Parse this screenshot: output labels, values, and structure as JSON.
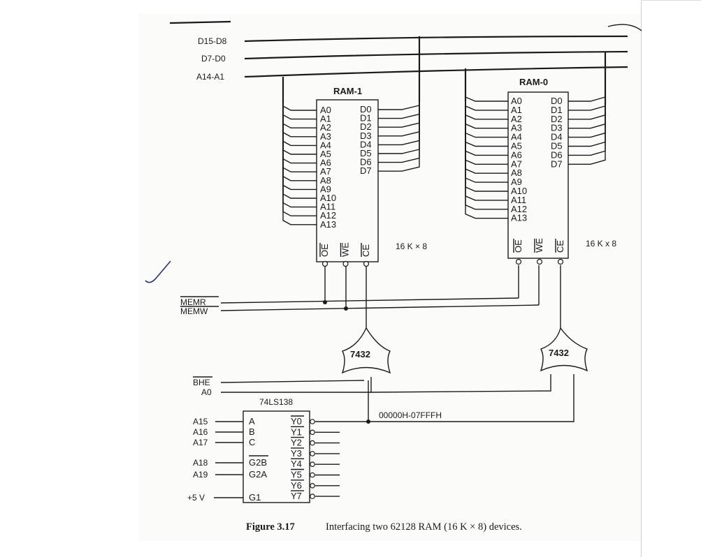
{
  "buses": {
    "data_high": "D15-D8",
    "data_low": "D7-D0",
    "address": "A14-A1"
  },
  "ram1": {
    "title": "RAM-1",
    "addr_pins": [
      "A0",
      "A1",
      "A2",
      "A3",
      "A4",
      "A5",
      "A6",
      "A7",
      "A8",
      "A9",
      "A10",
      "A11",
      "A12",
      "A13"
    ],
    "data_pins": [
      "D0",
      "D1",
      "D2",
      "D3",
      "D4",
      "D5",
      "D6",
      "D7"
    ],
    "ctrl_pins": [
      "OE",
      "WE",
      "CE"
    ],
    "size": "16 K × 8"
  },
  "ram0": {
    "title": "RAM-0",
    "addr_pins": [
      "A0",
      "A1",
      "A2",
      "A3",
      "A4",
      "A5",
      "A6",
      "A7",
      "A8",
      "A9",
      "A10",
      "A11",
      "A12",
      "A13"
    ],
    "data_pins": [
      "D0",
      "D1",
      "D2",
      "D3",
      "D4",
      "D5",
      "D6",
      "D7"
    ],
    "ctrl_pins": [
      "OE",
      "WE",
      "CE"
    ],
    "size": "16 K x 8"
  },
  "control": {
    "memr": "MEMR",
    "memw": "MEMW",
    "bhe": "BHE",
    "a0": "A0"
  },
  "gates": {
    "left": "7432",
    "right": "7432"
  },
  "decoder": {
    "title": "74LS138",
    "input_pins": [
      "A",
      "B",
      "C",
      "G2B",
      "G2A",
      "G1"
    ],
    "input_signals": [
      "A15",
      "A16",
      "A17",
      "A18",
      "A19",
      "+5 V"
    ],
    "outputs": [
      "Y0",
      "Y1",
      "Y2",
      "Y3",
      "Y4",
      "Y5",
      "Y6",
      "Y7"
    ],
    "range": "00000H-07FFFH"
  },
  "caption": {
    "label": "Figure 3.17",
    "text": "Interfacing two 62128 RAM (16 K × 8) devices."
  }
}
